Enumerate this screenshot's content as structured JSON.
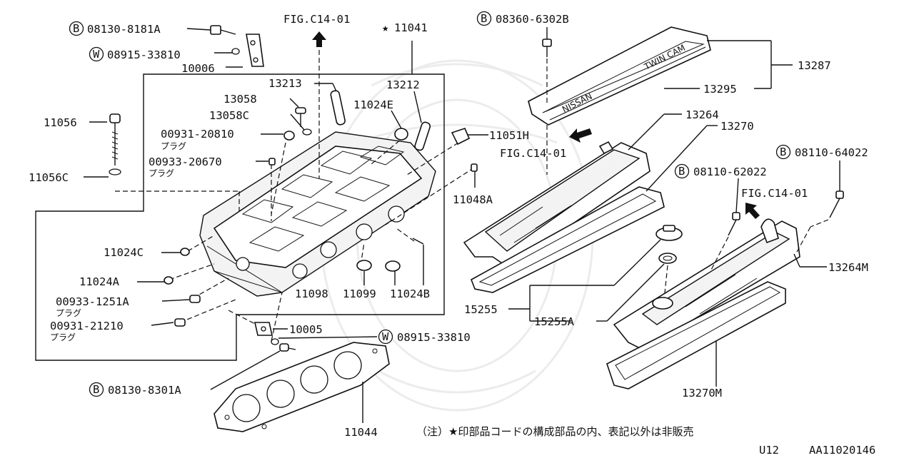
{
  "diagram": {
    "part_numbers": {
      "p11041": "11041",
      "p13213": "13213",
      "p13212": "13212",
      "p13058": "13058",
      "p13058c": "13058C",
      "p11024e": "11024E",
      "p11051h": "11051H",
      "p11056": "11056",
      "p11056c": "11056C",
      "p00931_20810": "00931-20810",
      "p00933_20670": "00933-20670",
      "p11048a": "11048A",
      "p11024c": "11024C",
      "p11024a": "11024A",
      "p00933_1251a": "00933-1251A",
      "p00931_21210": "00931-21210",
      "p11098": "11098",
      "p11099": "11099",
      "p11024b": "11024B",
      "p10005": "10005",
      "p10006": "10006",
      "p11044": "11044",
      "p08130_8181a": "08130-8181A",
      "p08915_33810_top": "08915-33810",
      "p08915_33810_bottom": "08915-33810",
      "p08130_8301a": "08130-8301A",
      "p08360_6302b": "08360-6302B",
      "p13287": "13287",
      "p13295": "13295",
      "p13264": "13264",
      "p13270": "13270",
      "p08110_62022": "08110-62022",
      "p08110_64022": "08110-64022",
      "p13264m": "13264M",
      "p15255": "15255",
      "p15255a": "15255A",
      "p13270m": "13270M"
    },
    "fig_refs": {
      "top": "FIG.C14-01",
      "middle": "FIG.C14-01",
      "right": "FIG.C14-01"
    },
    "prefix_marks": {
      "bolt": "B",
      "washer": "W",
      "star": "★"
    },
    "plug_notes": {
      "n1": "プラグ",
      "n2": "プラグ",
      "n3": "プラグ",
      "n4": "プラグ"
    },
    "cover_lettering": {
      "brand": "NISSAN",
      "engine": "TWIN CAM"
    },
    "footnote": "（注）★印部品コードの構成部品の内、表記以外は非販売",
    "page_code": "U12",
    "diagram_code": "AA11020146"
  }
}
